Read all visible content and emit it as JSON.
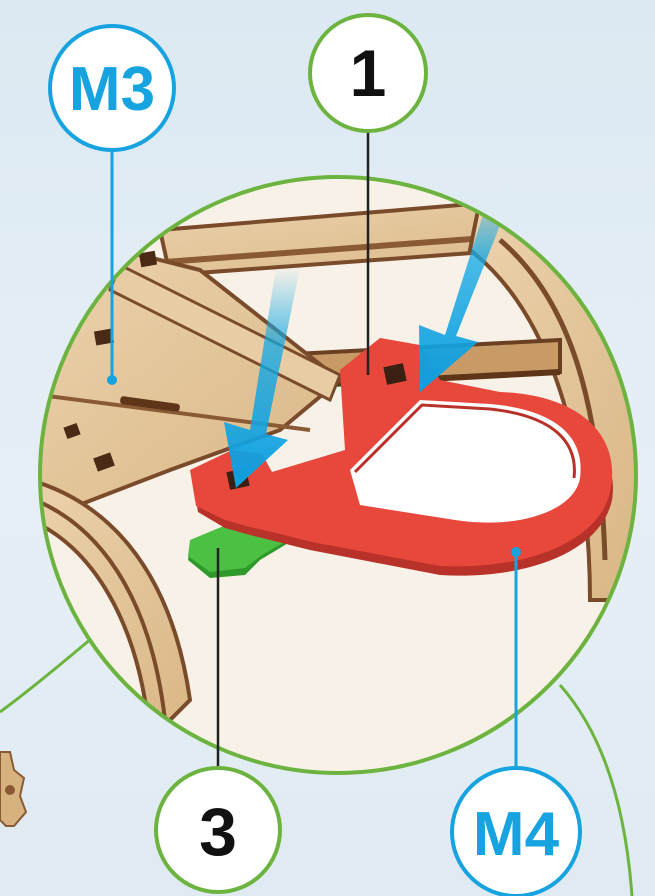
{
  "callouts": {
    "m3": "M3",
    "one": "1",
    "three": "3",
    "m4": "M4"
  },
  "colors": {
    "blue_callout": "#16a3e0",
    "green_callout": "#6db33f",
    "red_part": "#e8473c",
    "green_part": "#3fae35",
    "wood": "#e3c49a",
    "wood_dark": "#7a4b2b",
    "arrow": "#12a9e6"
  },
  "icons": [
    "press-down-arrow-icon",
    "press-down-arrow-icon"
  ]
}
